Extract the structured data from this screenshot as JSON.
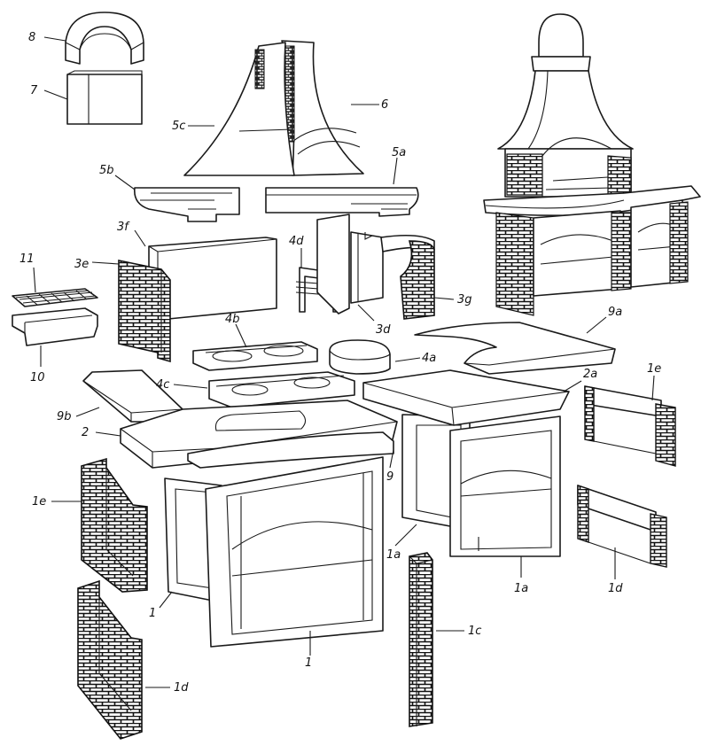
{
  "labels": {
    "l8": "8",
    "l7": "7",
    "l6": "6",
    "l5c": "5c",
    "l5a": "5a",
    "l5b": "5b",
    "l3f": "3f",
    "l4d": "4d",
    "l11": "11",
    "l3e": "3e",
    "l3g": "3g",
    "l3d": "3d",
    "l4b": "4b",
    "l9a": "9a",
    "l10": "10",
    "l4a": "4a",
    "l4c": "4c",
    "l2a": "2a",
    "l1e_r": "1e",
    "l9b": "9b",
    "l2": "2",
    "l9": "9",
    "l1e_l": "1e",
    "l1a_m": "1a",
    "l1a_r": "1a",
    "l1d_r": "1d",
    "l1_l": "1",
    "l1c": "1c",
    "l1_m": "1",
    "l1d_l": "1d"
  }
}
